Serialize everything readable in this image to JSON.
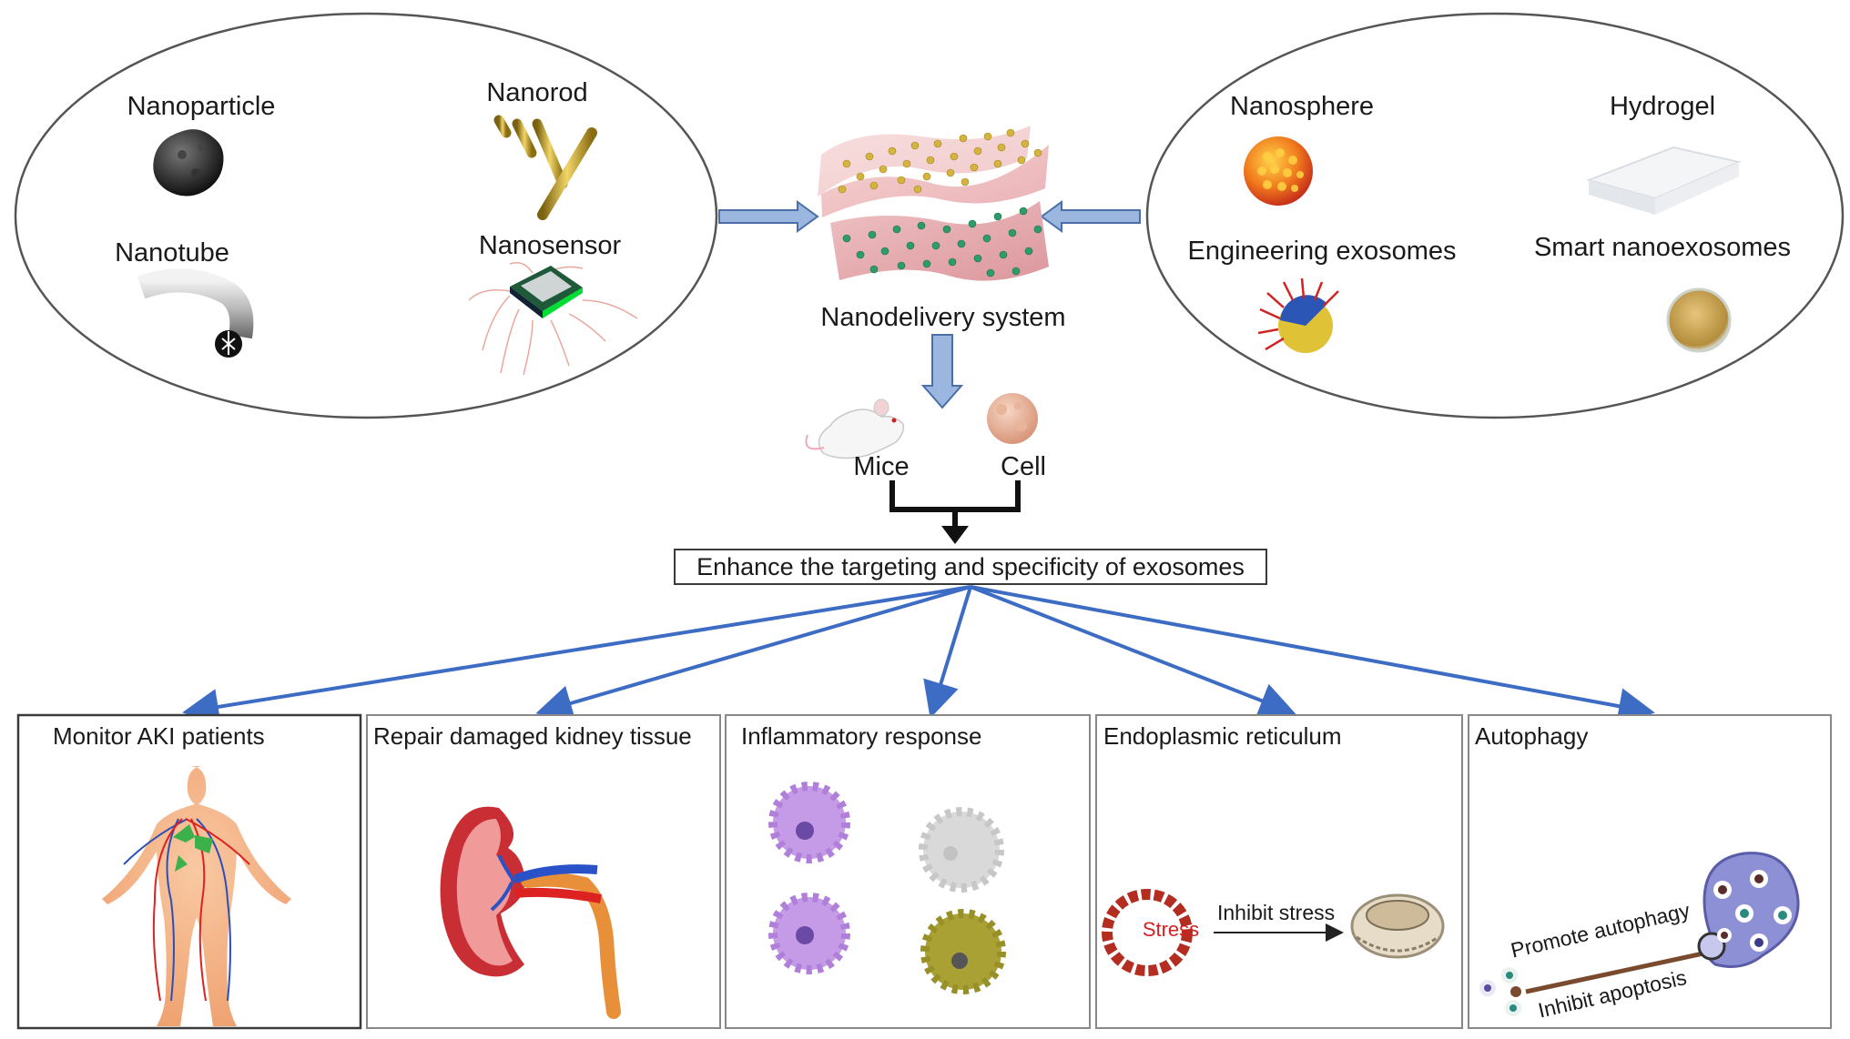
{
  "left_group": {
    "items": [
      {
        "label": "Nanoparticle"
      },
      {
        "label": "Nanorod"
      },
      {
        "label": "Nanotube"
      },
      {
        "label": "Nanosensor"
      }
    ]
  },
  "right_group": {
    "items": [
      {
        "label": "Nanosphere"
      },
      {
        "label": "Hydrogel"
      },
      {
        "label": "Engineering exosomes"
      },
      {
        "label": "Smart nanoexosomes"
      }
    ]
  },
  "center": {
    "system_label": "Nanodelivery system",
    "models": [
      {
        "label": "Mice"
      },
      {
        "label": "Cell"
      }
    ],
    "goal": "Enhance the targeting and specificity of exosomes"
  },
  "outcomes": [
    {
      "label": "Monitor AKI patients"
    },
    {
      "label": "Repair damaged kidney tissue"
    },
    {
      "label": "Inflammatory response"
    },
    {
      "label": "Endoplasmic reticulum"
    },
    {
      "label": "Autophagy"
    }
  ],
  "er_panel": {
    "stress": "Stress",
    "inhibit": "Inhibit stress"
  },
  "autophagy_panel": {
    "promote": "Promote autophagy",
    "inhibit": "Inhibit apoptosis"
  },
  "colors": {
    "arrow_fill": "#9bb7e0",
    "arrow_stroke": "#4a6fa8",
    "branch_arrow": "#3d6cc4",
    "ellipse_stroke": "#555555"
  }
}
